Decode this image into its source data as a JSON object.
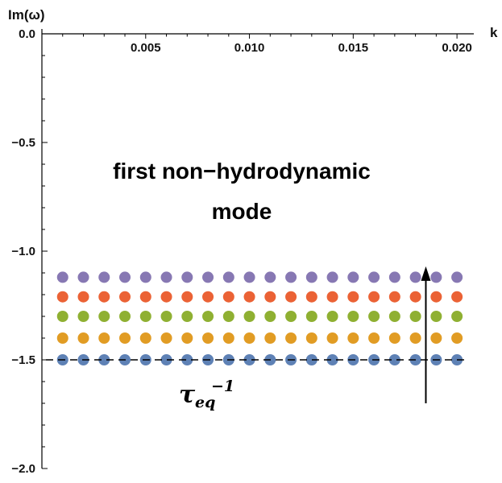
{
  "chart_data": {
    "type": "scatter",
    "title": "",
    "xlabel": "k",
    "ylabel": "Im(ω)",
    "xlim": [
      0,
      0.0205
    ],
    "ylim": [
      -2.0,
      0.0
    ],
    "x_ticks": [
      0.005,
      0.01,
      0.015,
      0.02
    ],
    "x_tick_labels": [
      "0.005",
      "0.010",
      "0.015",
      "0.020"
    ],
    "y_ticks": [
      0.0,
      -0.5,
      -1.0,
      -1.5,
      -2.0
    ],
    "y_tick_labels": [
      "0.0",
      "−0.5",
      "−1.0",
      "−1.5",
      "−2.0"
    ],
    "grid": false,
    "x": [
      0.001,
      0.002,
      0.003,
      0.004,
      0.005,
      0.006,
      0.007,
      0.008,
      0.009,
      0.01,
      0.011,
      0.012,
      0.013,
      0.014,
      0.015,
      0.016,
      0.017,
      0.018,
      0.019,
      0.02
    ],
    "series": [
      {
        "color": "#5e81b5",
        "y_value": -1.5
      },
      {
        "color": "#e19c24",
        "y_value": -1.4
      },
      {
        "color": "#8fb032",
        "y_value": -1.3
      },
      {
        "color": "#eb6235",
        "y_value": -1.21
      },
      {
        "color": "#8778b3",
        "y_value": -1.12
      }
    ],
    "reference_line": {
      "y": -1.5,
      "style": "dashed",
      "color": "#000000"
    },
    "annotations": {
      "mode_line1": "first non−hydrodynamic",
      "mode_line2": "mode",
      "tau_symbol": "τ",
      "tau_subscript": "eq",
      "tau_superscript": "−1"
    },
    "arrow": {
      "x": 0.0185,
      "y_from": -1.7,
      "y_to": -1.07,
      "direction": "up"
    }
  }
}
